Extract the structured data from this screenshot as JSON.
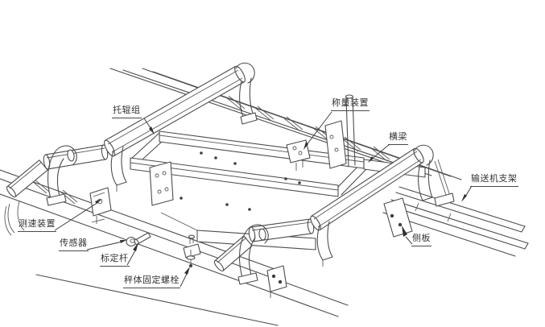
{
  "diagram": {
    "type": "belt-scale-exploded-line-drawing",
    "background_color": "#ffffff",
    "line_color": "#4d4d4d",
    "text_color": "#333333",
    "labels": {
      "idler_group": "托辊组",
      "weighing_device": "称量装置",
      "cross_beam": "横梁",
      "conveyor_bracket": "输送机支架",
      "side_plate": "侧板",
      "speed_device": "测速装置",
      "sensor": "传感器",
      "calibration_rod": "标定杆",
      "scale_fixing_bolt": "秤体固定螺栓"
    }
  }
}
